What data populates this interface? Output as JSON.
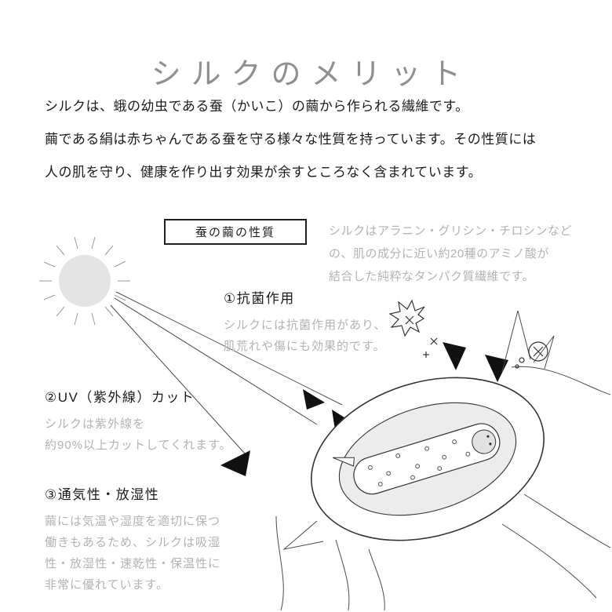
{
  "title": "シルクのメリット",
  "intro": {
    "lines": [
      "シルクは、蛾の幼虫である蚕（かいこ）の繭から作られる繊維です。",
      "繭である絹は赤ちゃんである蚕を守る様々な性質を持っています。その性質には",
      "人の肌を守り、健康を作り出す効果が余すところなく含まれています。"
    ]
  },
  "box_label": "蚕の繭の性質",
  "cocoon_note": {
    "lines": [
      "シルクはアラニン・グリシン・チロシンなど",
      "の、肌の成分に近い約20種のアミノ酸が",
      "結合した純粋なタンパク質繊維です。"
    ]
  },
  "features": [
    {
      "heading": "①抗菌作用",
      "lines": [
        "シルクには抗菌作用があり、",
        "肌荒れや傷にも効果的です。"
      ]
    },
    {
      "heading": "②UV（紫外線）カット",
      "lines": [
        "シルクは紫外線を",
        "約90%以上カットしてくれます。"
      ]
    },
    {
      "heading": "③通気性・放湿性",
      "lines": [
        "繭には気温や湿度を適切に保つ",
        "働きもあるため、シルクは吸湿",
        "性・放湿性・速乾性・保温性に",
        "非常に優れています。"
      ]
    }
  ],
  "colors": {
    "title_gray": "#8f8f8f",
    "text_black": "#1b1b1b",
    "text_gray": "#b3b3b3"
  }
}
